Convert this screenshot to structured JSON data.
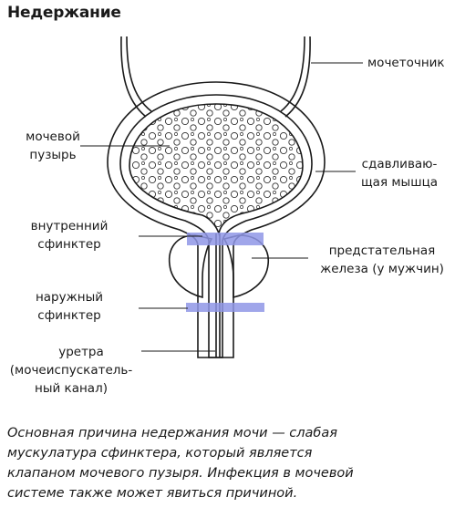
{
  "title": "Недержание",
  "labels": {
    "ureter": "мочеточник",
    "bladder_l1": "мочевой",
    "bladder_l2": "пузырь",
    "detrusor_l1": "сдавливаю-",
    "detrusor_l2": "щая мышца",
    "internal_l1": "внутренний",
    "internal_l2": "сфинктер",
    "prostate_l1": "предстательная",
    "prostate_l2": "железа (у мужчин)",
    "external_l1": "наружный",
    "external_l2": "сфинктер",
    "urethra_l1": "уретра",
    "urethra_l2": "(мочеиспускатель-",
    "urethra_l3": "ный канал)"
  },
  "caption": {
    "line1": "Основная причина недержания мочи — слабая",
    "line2": "мускулатура сфинктера, который является",
    "line3": "клапаном мочевого пузыря. Инфекция в мочевой",
    "line4": "системе также может явиться причиной."
  },
  "colors": {
    "outline": "#1a1a1a",
    "sphincter": "#8f96e6",
    "background": "#ffffff"
  }
}
